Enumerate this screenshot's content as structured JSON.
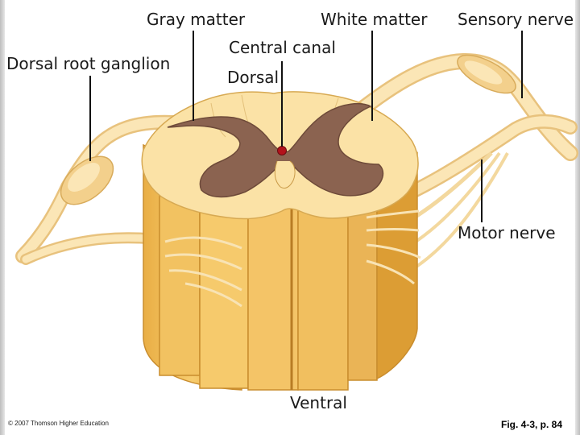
{
  "labels": {
    "gray_matter": "Gray matter",
    "white_matter": "White matter",
    "sensory_nerve": "Sensory nerve",
    "central_canal": "Central canal",
    "dorsal_root_ganglion": "Dorsal root ganglion",
    "dorsal": "Dorsal",
    "motor_nerve": "Motor nerve",
    "ventral": "Ventral"
  },
  "footer": {
    "copyright": "© 2007 Thomson Higher Education",
    "figure_ref": "Fig. 4-3, p. 84"
  },
  "colors": {
    "white_matter": "#fbe2a6",
    "gray_matter": "#8b6350",
    "column_fill": "#f5c766",
    "column_shade": "#e0a43a",
    "nerve": "#f8dfa8",
    "canal": "#b3121b"
  }
}
